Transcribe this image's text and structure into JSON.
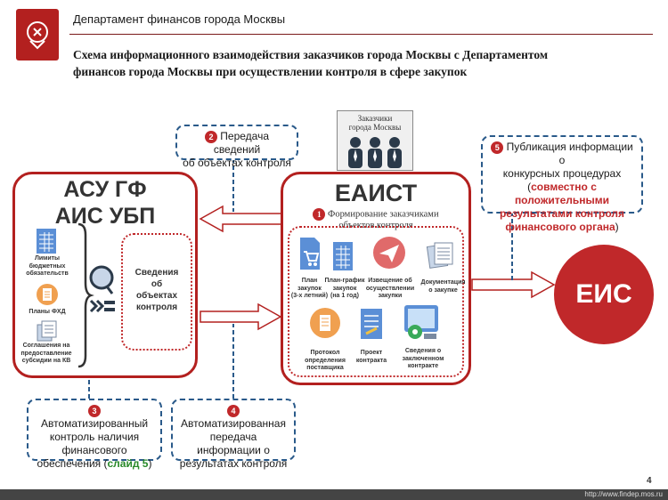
{
  "header": {
    "title": "Департамент финансов города Москвы",
    "subtitle_line1": "Схема информационного взаимодействия заказчиков города Москвы с Департаментом",
    "subtitle_line2": "финансов города Москвы при осуществлении контроля в сфере закупок"
  },
  "zakazchiki": {
    "line1": "Заказчики",
    "line2": "города Москвы"
  },
  "left_box": {
    "title1": "АСУ ГФ",
    "title2": "АИС УБП",
    "items": [
      {
        "line1": "Лимиты",
        "line2": "бюджетных",
        "line3": "обязательств"
      },
      {
        "line1": "Планы ФХД"
      },
      {
        "line1": "Соглашения на",
        "line2": "предоставление",
        "line3": "субсидии на КВ"
      }
    ],
    "svedenia": {
      "line1": "Сведения",
      "line2": "об",
      "line3": "объектах",
      "line4": "контроля"
    }
  },
  "center_box": {
    "title": "ЕАИСТ",
    "num": "1",
    "formirovanie_line1": "Формирование заказчиками",
    "formirovanie_line2": "объектов контроля",
    "items": [
      {
        "line1": "План",
        "line2": "закупок",
        "line3": "(3-х летний)"
      },
      {
        "line1": "План-график",
        "line2": "закупок",
        "line3": "(на 1 год)"
      },
      {
        "line1": "Извещение об",
        "line2": "осуществлении",
        "line3": "закупки"
      },
      {
        "line1": "Документация",
        "line2": "о закупке"
      },
      {
        "line1": "Протокол",
        "line2": "определения",
        "line3": "поставщика"
      },
      {
        "line1": "Проект",
        "line2": "контракта"
      },
      {
        "line1": "Сведения о",
        "line2": "заключенном",
        "line3": "контракте"
      }
    ]
  },
  "eis": {
    "label": "ЕИС"
  },
  "callouts": {
    "c2": {
      "num": "2",
      "line1": "Передача сведений",
      "line2": "об объектах контроля"
    },
    "c5": {
      "num": "5",
      "line1": "Публикация информации о",
      "line2": "конкурсных процедурах",
      "line3_open": "(",
      "line3_red": "совместно с положительными",
      "line4_red": "результатами контроля",
      "line5_red": "финансового органа",
      "line5_close": ")"
    },
    "c3": {
      "num": "3",
      "line1": "Автоматизированный",
      "line2": "контроль наличия",
      "line3": "финансового",
      "line4_pre": "обеспечения (",
      "line4_green": "слайд 5",
      "line4_post": ")"
    },
    "c4": {
      "num": "4",
      "line1": "Автоматизированная",
      "line2": "передача",
      "line3": "информации о",
      "line4": "результатах контроля"
    }
  },
  "footer": {
    "page": "4",
    "url": "http://www.findep.mos.ru"
  },
  "colors": {
    "accent_red": "#c0282a",
    "callout_border": "#2a5a8a",
    "green": "#2a8a2a"
  }
}
